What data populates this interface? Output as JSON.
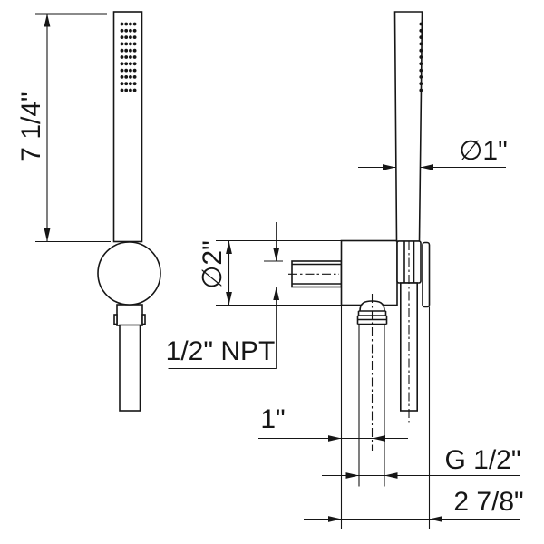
{
  "page": {
    "background": "#ffffff",
    "line_color": "#161616",
    "description": "Technical line drawing of a hand shower set: front view of hand shower on wall holder (left) and side view with wall supply elbow, hose nipple and holder bracket (right), with dimension annotations"
  },
  "views": {
    "front": {
      "name": "hand shower front view"
    },
    "side": {
      "name": "hand shower side view with wall elbow"
    }
  },
  "nozzles": {
    "front_rows": 11,
    "front_cols": 4,
    "side_rows": 11
  },
  "dimensions": {
    "height": "7 1/4\"",
    "head_diameter": "∅1\"",
    "flange_diameter": "∅2\"",
    "inlet_thread": "1/2\" NPT",
    "offset": "1\"",
    "outlet_thread": "G 1/2\"",
    "depth": "2 7/8\""
  }
}
